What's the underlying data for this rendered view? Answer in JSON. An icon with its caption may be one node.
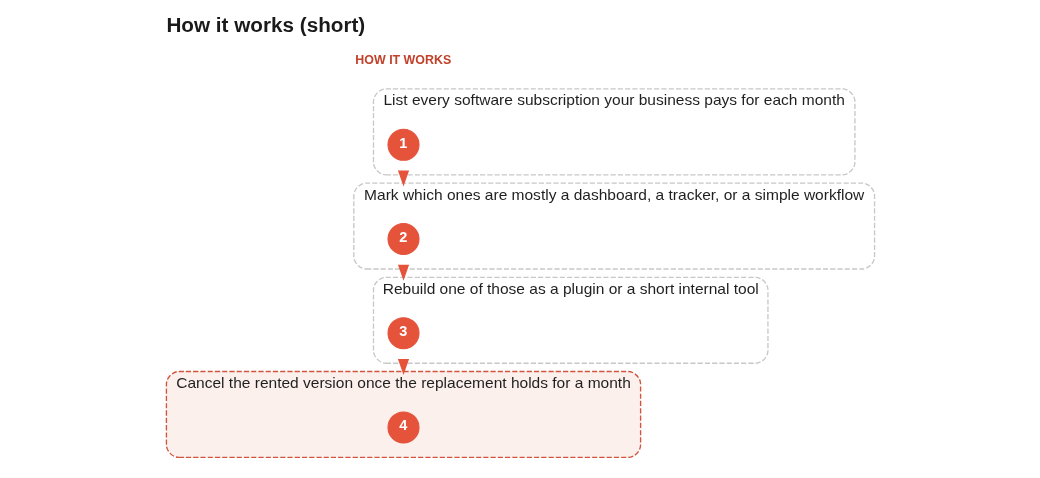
{
  "diagram": {
    "title": "How it works (short)",
    "nodes": [
      {
        "text": [
          "List every software subscription your business pays for each month"
        ]
      },
      {
        "text": [
          "1"
        ],
        "in": 0
      },
      {
        "text": [
          "Mark which ones are mostly a dashboard, a tracker, or a simple workflow"
        ]
      },
      {
        "text": [
          "2"
        ],
        "in": 2
      },
      {
        "text": [
          "Rebuild one of those as a plugin or a short internal tool"
        ]
      },
      {
        "text": [
          "3"
        ],
        "in": 4
      },
      {
        "text": [
          "Cancel the rented version once the replacement holds for a month"
        ]
      },
      {
        "text": [
          "4"
        ],
        "in": 6
      }
    ],
    "edges": [
      {
        "from": 0,
        "to": 2,
        "arrow": "to"
      },
      {
        "from": 2,
        "to": 4,
        "arrow": "to"
      },
      {
        "from": 4,
        "to": 6,
        "arrow": "to"
      }
    ],
    "labels": [
      "HOW IT WORKS"
    ]
  }
}
